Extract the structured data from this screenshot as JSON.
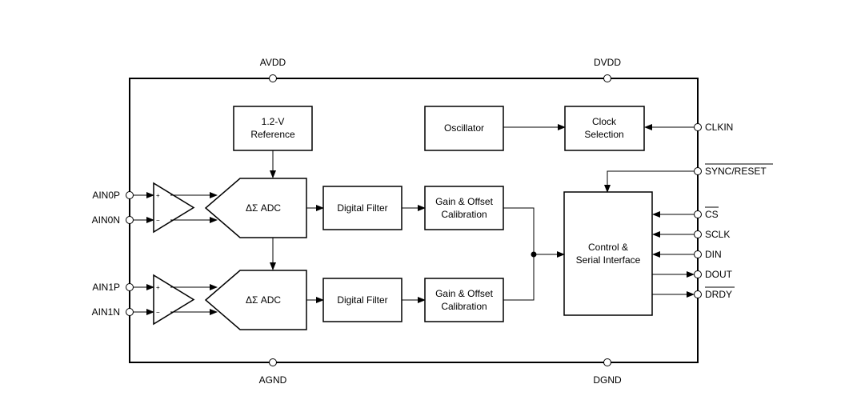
{
  "pins": {
    "avdd": "AVDD",
    "dvdd": "DVDD",
    "agnd": "AGND",
    "dgnd": "DGND",
    "clkin": "CLKIN",
    "sync_reset": "SYNC/RESET",
    "cs": "CS",
    "sclk": "SCLK",
    "din": "DIN",
    "dout": "DOUT",
    "drdy": "DRDY",
    "ain0p": "AIN0P",
    "ain0n": "AIN0N",
    "ain1p": "AIN1P",
    "ain1n": "AIN1N"
  },
  "blocks": {
    "reference_line1": "1.2-V",
    "reference_line2": "Reference",
    "oscillator": "Oscillator",
    "clock_line1": "Clock",
    "clock_line2": "Selection",
    "adc0": "ΔΣ ADC",
    "adc1": "ΔΣ ADC",
    "filter0": "Digital Filter",
    "filter1": "Digital Filter",
    "cal0_line1": "Gain & Offset",
    "cal0_line2": "Calibration",
    "cal1_line1": "Gain & Offset",
    "cal1_line2": "Calibration",
    "control_line1": "Control &",
    "control_line2": "Serial Interface"
  },
  "amp_signs": {
    "plus": "+",
    "minus": "−"
  }
}
